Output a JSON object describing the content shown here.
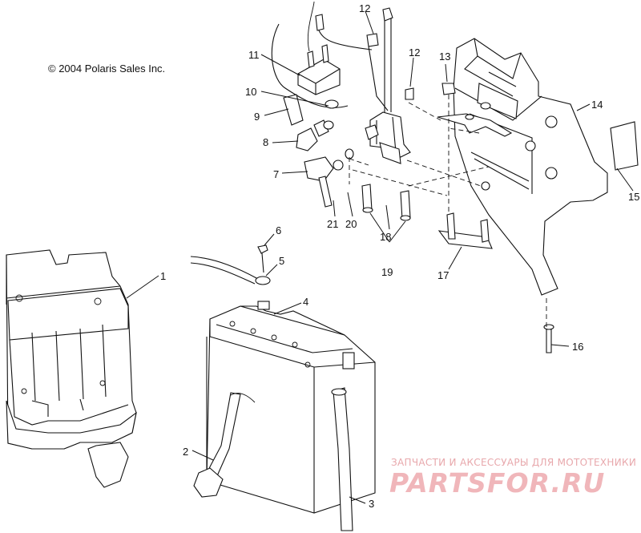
{
  "copyright": "© 2004 Polaris Sales Inc.",
  "callouts": [
    "1",
    "2",
    "3",
    "4",
    "5",
    "6",
    "7",
    "8",
    "9",
    "10",
    "11",
    "12",
    "12",
    "13",
    "14",
    "15",
    "16",
    "17",
    "18",
    "19",
    "20",
    "21"
  ],
  "watermark": {
    "tagline": "ЗАПЧАСТИ И АКСЕССУАРЫ ДЛЯ МОТОТЕХНИКИ",
    "logo": "PARTSFOR.RU"
  },
  "colors": {
    "line": "#111111",
    "watermark": "#f0b6ba",
    "background": "#ffffff"
  }
}
